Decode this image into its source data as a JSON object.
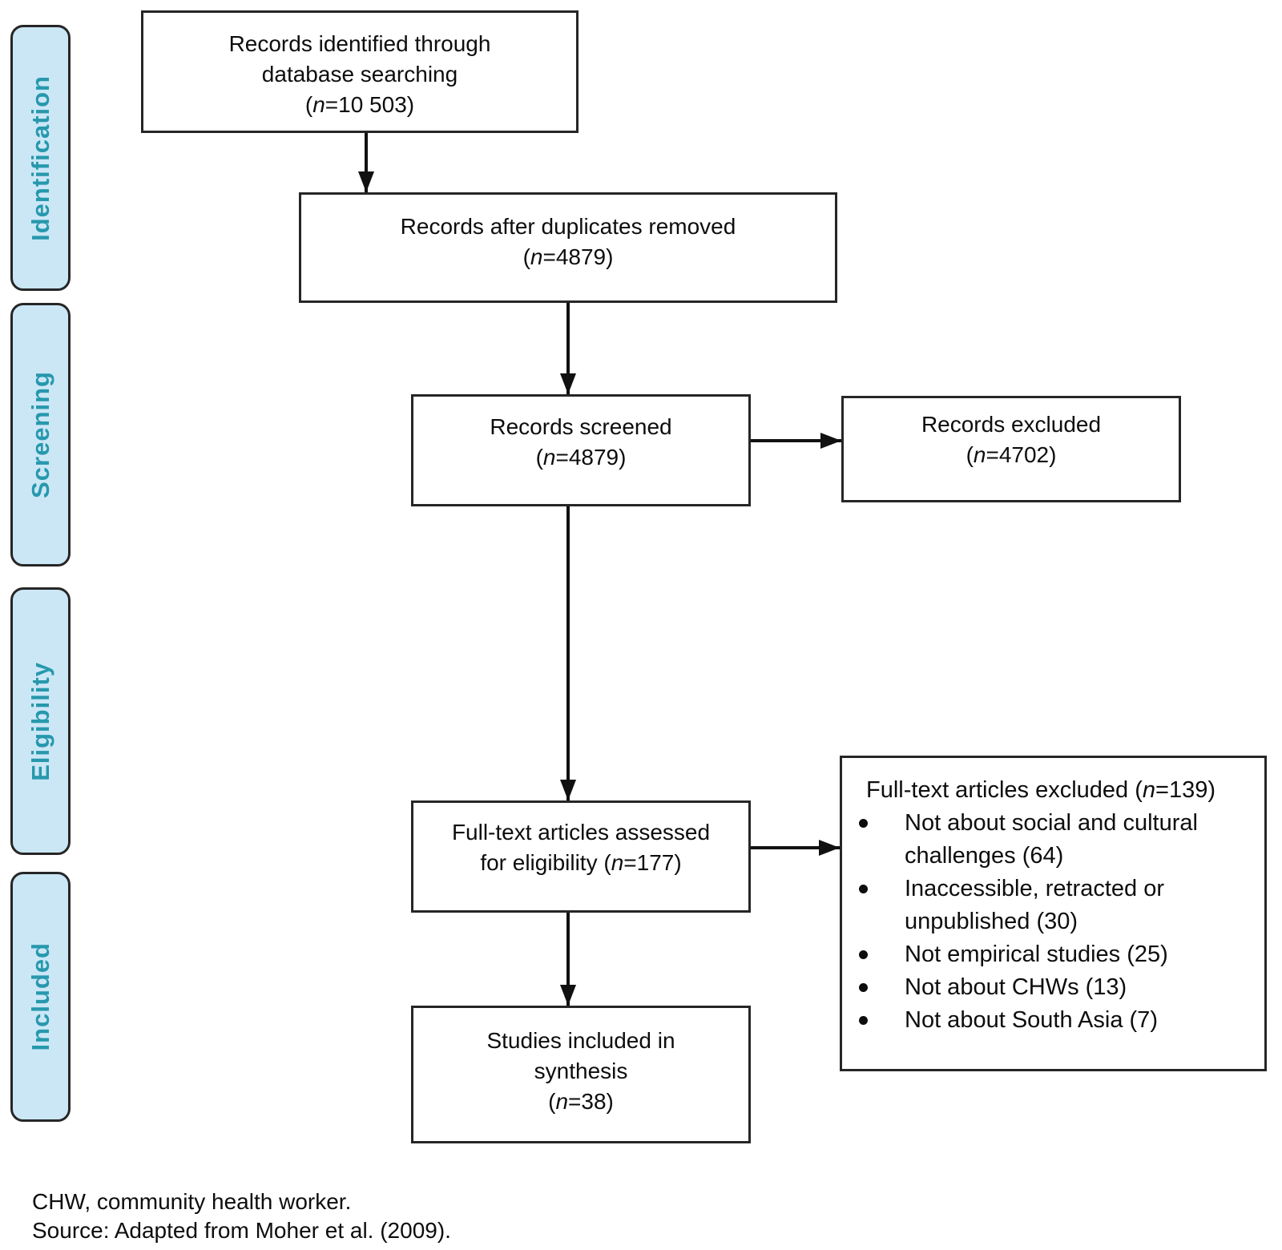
{
  "theme": {
    "pill_fill": "#cbe7f6",
    "pill_text": "#2798ad",
    "line_color": "#262626"
  },
  "sidebar": {
    "stages": [
      {
        "label": "Identification"
      },
      {
        "label": "Screening"
      },
      {
        "label": "Eligibility"
      },
      {
        "label": "Included"
      }
    ]
  },
  "boxes": {
    "identified": {
      "lines": [
        "Records identified through",
        "database searching",
        "(n=10 503)"
      ]
    },
    "deduplicated": {
      "lines": [
        "Records after duplicates removed",
        "(n=4879)"
      ]
    },
    "screened": {
      "lines": [
        "Records screened",
        "(n=4879)"
      ]
    },
    "records_excluded": {
      "lines": [
        "Records excluded",
        "(n=4702)"
      ]
    },
    "fulltext_assessed": {
      "lines": [
        "Full-text articles assessed",
        "for eligibility (n=177)"
      ]
    },
    "fulltext_excluded": {
      "title": "Full-text articles excluded (n=139)",
      "reasons": [
        "Not about social and cultural challenges (64)",
        "Inaccessible, retracted or unpublished (30)",
        "Not empirical studies (25)",
        "Not about CHWs (13)",
        "Not about South Asia (7)"
      ]
    },
    "included_synthesis": {
      "lines": [
        "Studies included in",
        "synthesis",
        "(n=38)"
      ]
    }
  },
  "footer": {
    "abbreviation": "CHW, community health worker.",
    "source": "Source: Adapted from Moher et al. (2009)."
  }
}
